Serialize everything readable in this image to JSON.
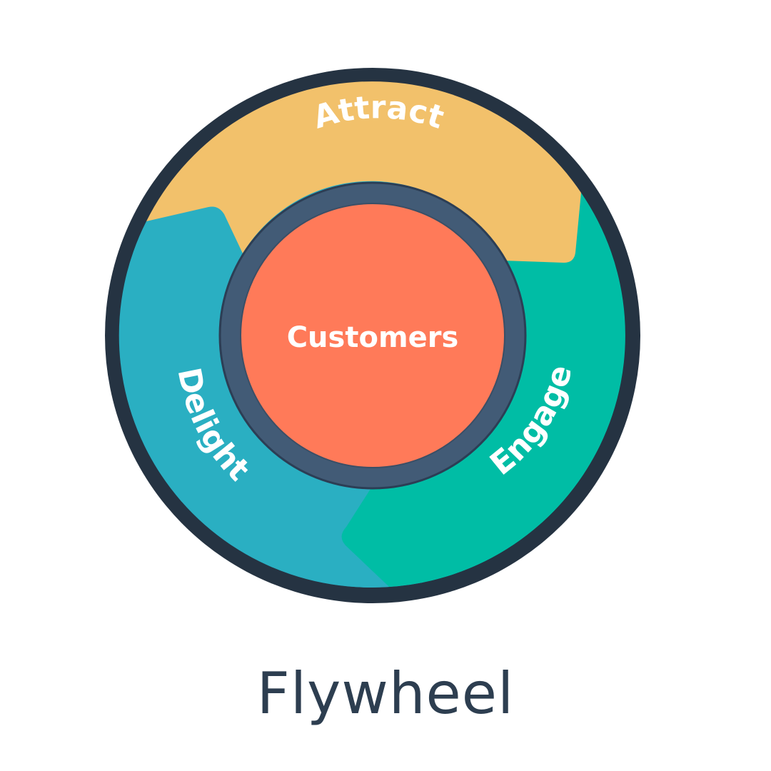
{
  "diagram": {
    "segments": [
      {
        "id": "attract",
        "label": "Attract",
        "color": "#F2C16B"
      },
      {
        "id": "engage",
        "label": "Engage",
        "color": "#00BDA5"
      },
      {
        "id": "delight",
        "label": "Delight",
        "color": "#2AAFC2"
      }
    ],
    "hub": {
      "label": "Customers",
      "color": "#FF7A59",
      "ring_color": "#425B76"
    },
    "outer_ring_color": "#253342",
    "caption": "Flywheel"
  }
}
